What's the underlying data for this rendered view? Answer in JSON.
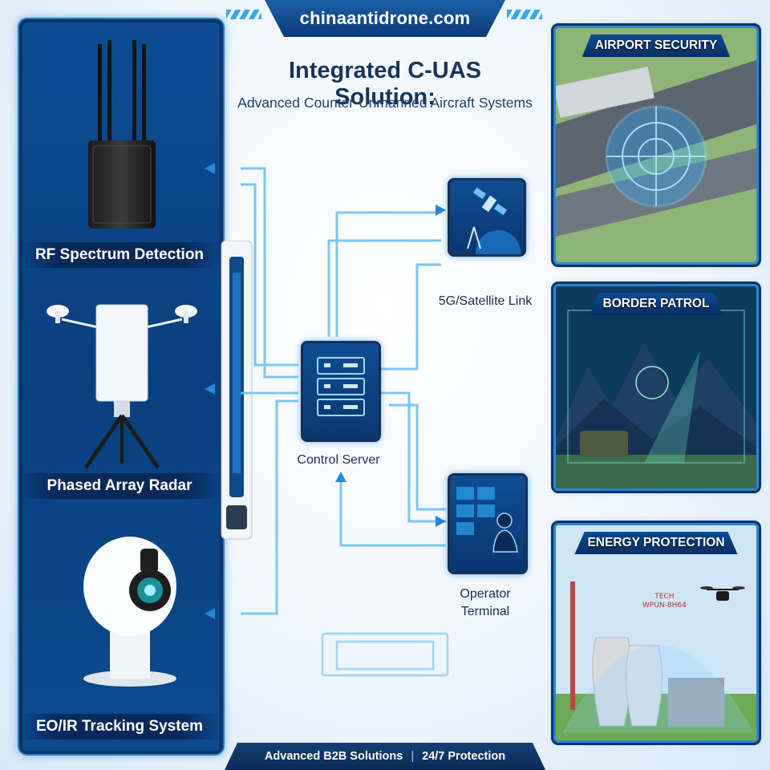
{
  "header": {
    "site": "chinaantidrone.com"
  },
  "title": "Integrated C-UAS Solution:",
  "subtitle": "Advanced Counter-Unmanned Aircraft Systems",
  "left_systems": [
    {
      "label": "RF Spectrum Detection",
      "icon": "rf-detector-icon"
    },
    {
      "label": "Phased Array Radar",
      "icon": "radar-icon"
    },
    {
      "label": "EO/IR Tracking System",
      "icon": "camera-turret-icon"
    }
  ],
  "center_nodes": {
    "satellite": {
      "label": "5G/Satellite Link",
      "icon": "satellite-icon"
    },
    "server": {
      "label": "Control Server",
      "icon": "server-icon"
    },
    "operator": {
      "label_line1": "Operator",
      "label_line2": "Terminal",
      "icon": "operator-icon"
    }
  },
  "applications": [
    {
      "title": "AIRPORT SECURITY"
    },
    {
      "title": "BORDER PATROL"
    },
    {
      "title": "ENERGY PROTECTION",
      "sign_line1": "TECH",
      "sign_line2": "WPUN-8H64"
    }
  ],
  "footer": {
    "left": "Advanced B2B Solutions",
    "separator": "|",
    "right": "24/7 Protection"
  },
  "colors": {
    "navy": "#0b4a8e",
    "accent": "#2a9de8",
    "dark_text": "#17355c"
  }
}
